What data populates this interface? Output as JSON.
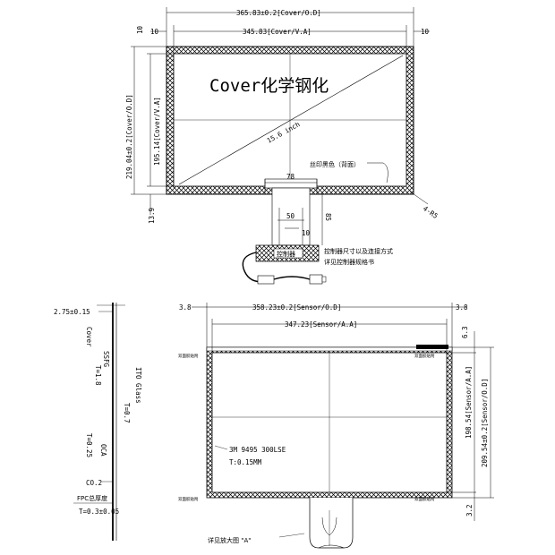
{
  "top_drawing": {
    "dim_cover_width": "365.83±0.2[Cover/O.D]",
    "dim_va_width": "345.83[Cover/V.A]",
    "dim_left_margin": "10",
    "dim_right_margin": "10",
    "dim_cover_height": "219.04±0.2[Cover/O.D]",
    "dim_va_height": "195.14[Cover/V.A]",
    "dim_bottom_margin": "13.9",
    "cover_title": "Cover化学钢化",
    "diagonal": "15.6 inch",
    "silk_note": "丝印黑色（背面）",
    "fpc_width": "78",
    "fpc_inner": "50",
    "fpc_length": "85",
    "fpc_tail": "10",
    "corner": "4-R5",
    "controller_label": "控制器",
    "controller_note_1": "控制器尺寸以及连接方式",
    "controller_note_2": "详见控制器规格书"
  },
  "side_section": {
    "thickness": "2.75±0.15",
    "layer_cover": "Cover\nT=1.8\nSSFG",
    "layer_ito": "ITO Glass\nT=0.7",
    "layer_oca": "OCA\nT=0.25",
    "co_label": "CO.2",
    "fpc_total_label": "FPC总厚度",
    "fpc_total_value": "T=0.3±0.05"
  },
  "bottom_drawing": {
    "dim_left_margin": "3.8",
    "dim_sensor_width": "358.23±0.2[Sensor/O.D]",
    "dim_right_margin": "3.8",
    "dim_aa_width": "347.23[Sensor/A.A]",
    "dim_top_margin": "6.3",
    "dim_aa_height": "198.54[Sensor/A.A]",
    "dim_sensor_height": "209.54±0.2[Sensor/O.D]",
    "dim_bottom_margin": "3.2",
    "tape_label": "3M 9495 300LSE",
    "tape_thickness": "T:0.15MM",
    "detail_label": "详见放大图 \"A\"",
    "tiny_label_1": "双面胶贴附",
    "tiny_label_2": "双面胶贴附",
    "tiny_label_3": "双面胶贴附",
    "tiny_label_4": "双面胶贴附"
  }
}
